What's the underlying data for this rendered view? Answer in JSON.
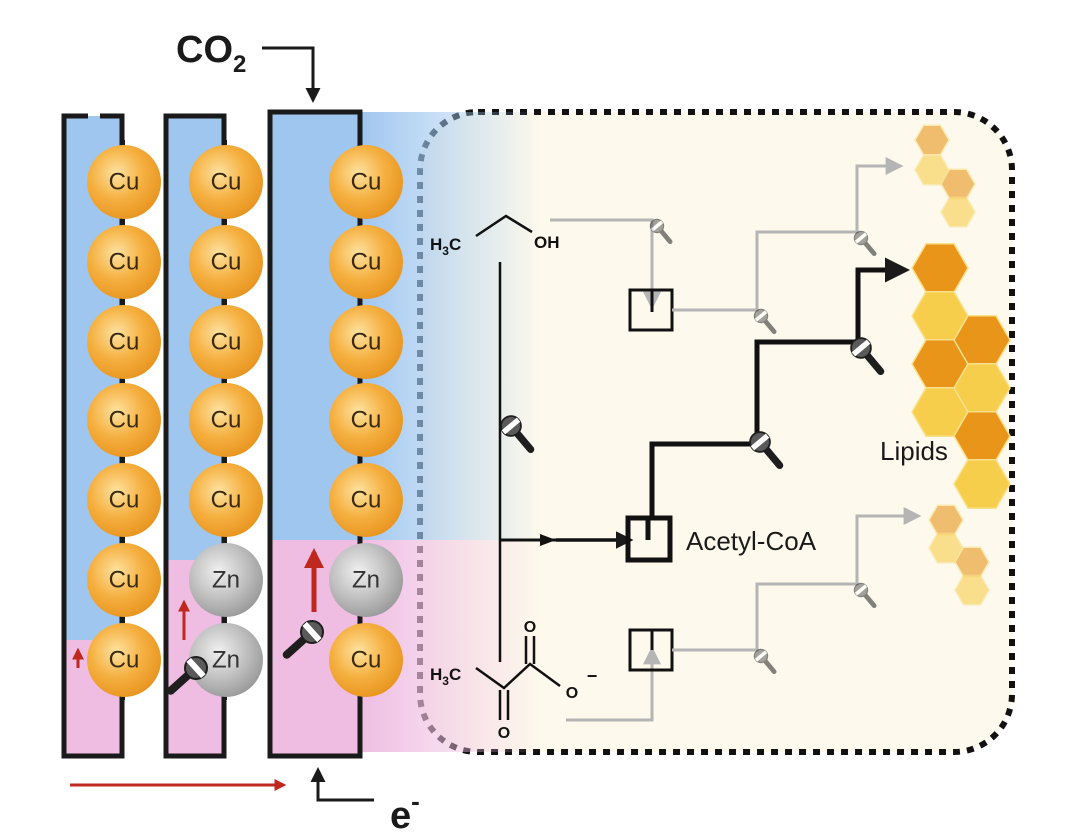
{
  "co2": {
    "main": "CO",
    "sub": "2"
  },
  "electron": {
    "main": "e",
    "sup": "-"
  },
  "chem": {
    "ethanol_left": "H",
    "ethanol_left_sub": "3",
    "ethanol_left_c": "C",
    "ethanol_right": "OH",
    "pyruvate_left": "H",
    "pyruvate_left_sub": "3",
    "pyruvate_left_c": "C",
    "pyruvate_o_top": "O",
    "pyruvate_o_bottom": "O",
    "pyruvate_o_minus": "O",
    "pyruvate_charge": "−"
  },
  "labels": {
    "acetyl_coa": "Acetyl-CoA",
    "lipids": "Lipids"
  },
  "electrodes": [
    {
      "atoms": [
        "Cu",
        "Cu",
        "Cu",
        "Cu",
        "Cu",
        "Cu",
        "Cu"
      ]
    },
    {
      "atoms": [
        "Cu",
        "Cu",
        "Cu",
        "Cu",
        "Cu",
        "Zn",
        "Zn"
      ]
    },
    {
      "atoms": [
        "Cu",
        "Cu",
        "Cu",
        "Cu",
        "Cu",
        "Zn",
        "Cu"
      ]
    }
  ],
  "colors": {
    "copper": "#f2a533",
    "zinc": "#b0b0b0",
    "blue_zone": "#9fc6ef",
    "pink_zone": "#efbde2",
    "cell_bg": "#fdf9ec",
    "arrow_red": "#c0281f",
    "lipid_dark": "#e8951a",
    "lipid_light": "#f7ce4c"
  },
  "icons": [
    "catalyst-key-icon",
    "enzyme-key-icon",
    "arrow-icon"
  ]
}
